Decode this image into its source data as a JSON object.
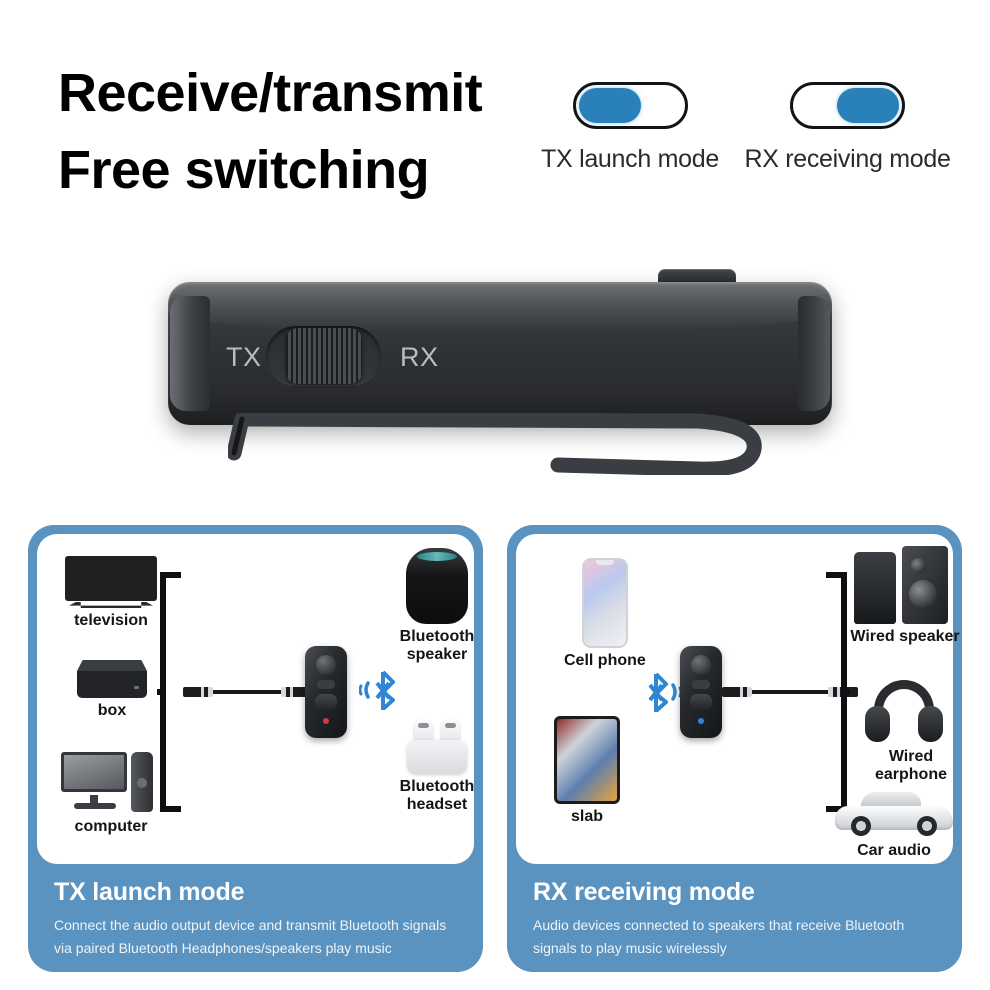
{
  "header": {
    "headline_line1": "Receive/transmit",
    "headline_line2": "Free switching",
    "toggles": [
      {
        "label": "TX launch mode",
        "state": "left",
        "knob_color": "#2a80b9"
      },
      {
        "label": "RX receiving mode",
        "state": "right",
        "knob_color": "#2a80b9"
      }
    ]
  },
  "product": {
    "switch_left_label": "TX",
    "switch_right_label": "RX"
  },
  "panels": [
    {
      "id": "tx",
      "title": "TX launch mode",
      "description": "Connect the audio output device and transmit Bluetooth signals via paired Bluetooth Headphones/speakers play music",
      "sources": [
        {
          "label": "television",
          "icon": "television-icon"
        },
        {
          "label": "box",
          "icon": "set-top-box-icon"
        },
        {
          "label": "computer",
          "icon": "desktop-computer-icon"
        }
      ],
      "targets": [
        {
          "label": "Bluetooth speaker",
          "icon": "bluetooth-speaker-icon"
        },
        {
          "label": "Bluetooth headset",
          "icon": "earbuds-case-icon"
        }
      ],
      "link": "bluetooth-icon"
    },
    {
      "id": "rx",
      "title": "RX receiving mode",
      "description": "Audio devices connected to speakers that receive Bluetooth signals to play music wirelessly",
      "sources": [
        {
          "label": "Cell phone",
          "icon": "smartphone-icon"
        },
        {
          "label": "slab",
          "icon": "tablet-icon"
        }
      ],
      "targets": [
        {
          "label": "Wired speaker",
          "icon": "wired-speaker-icon"
        },
        {
          "label": "Wired earphone",
          "icon": "headphones-icon"
        },
        {
          "label": "Car audio",
          "icon": "car-icon"
        }
      ],
      "link": "bluetooth-icon"
    }
  ],
  "colors": {
    "panel_blue": "#5b93c0",
    "toggle_blue": "#2a80b9",
    "bluetooth_blue": "#2f86d4",
    "text_dark": "#151515"
  }
}
